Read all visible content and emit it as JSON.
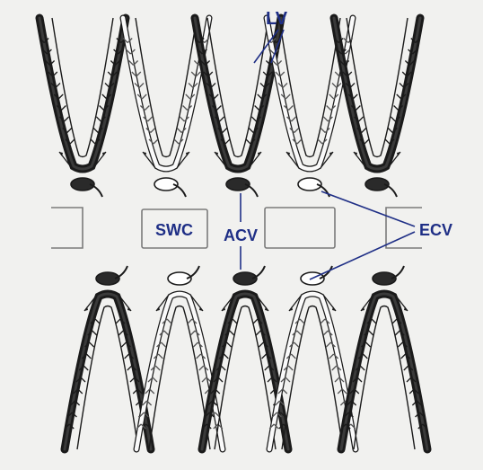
{
  "labels": {
    "lv": "LV",
    "ecv": "ECV",
    "acv": "ACV",
    "swc": "SWC"
  },
  "colors": {
    "background": "#f1f1ef",
    "ink": "#1a1a1a",
    "label": "#1f2f86",
    "box": "#7a7a7a",
    "light_lamella": "#fafafa"
  },
  "lamellae": {
    "upper_row_fill": [
      "dark",
      "light",
      "dark",
      "light",
      "dark"
    ],
    "lower_row_fill": [
      "dark",
      "light",
      "dark",
      "light",
      "dark"
    ]
  }
}
